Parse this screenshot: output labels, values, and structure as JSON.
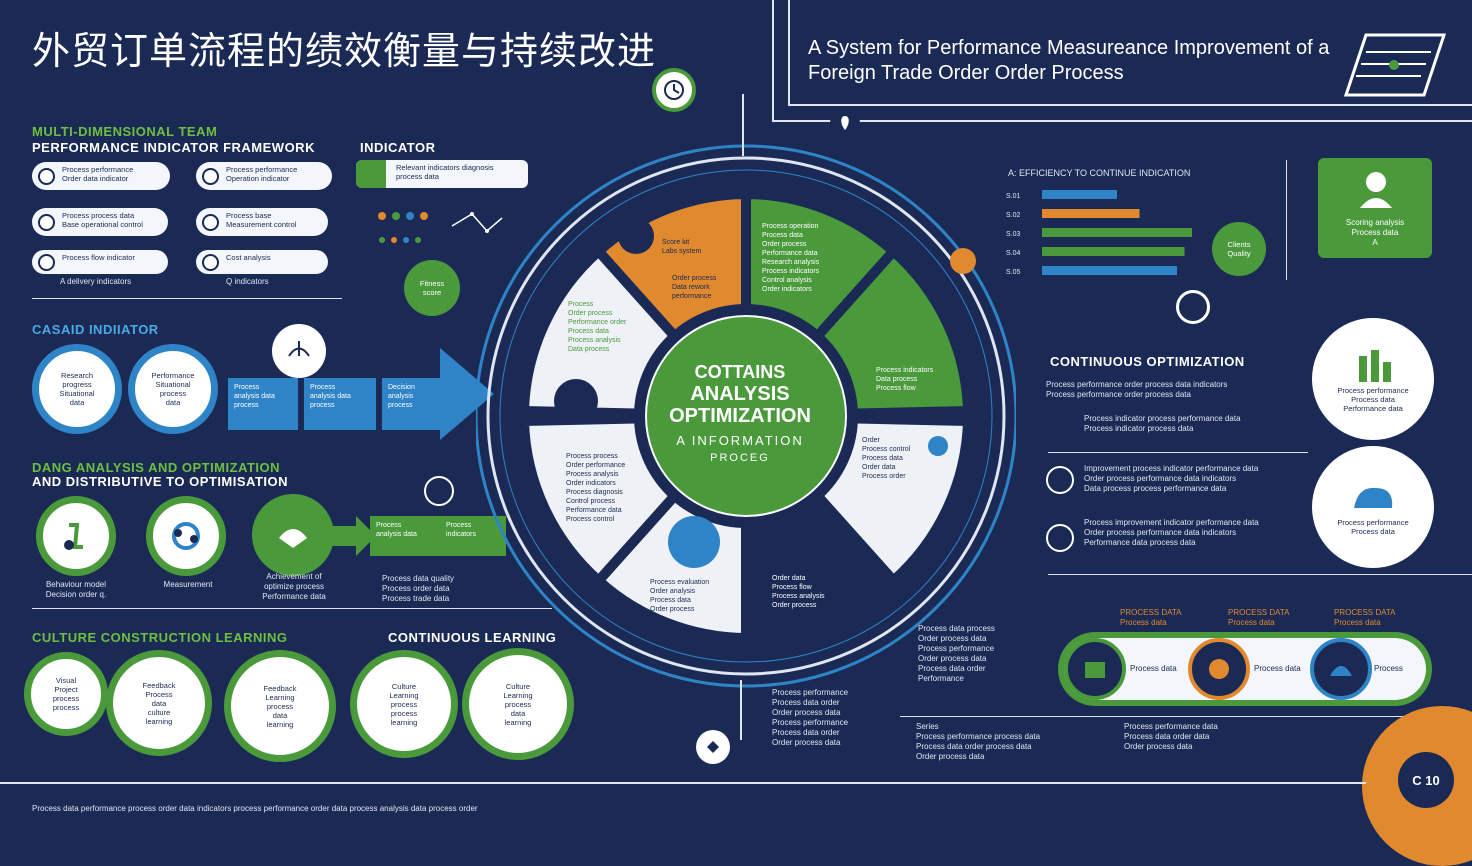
{
  "title_cn": "外贸订单流程的绩效衡量与持续改进",
  "title_en": "A System for Performance Measureance Improvement of a Foreign Trade Order Order Process",
  "sections": {
    "team_a": "MULTI-DIMENSIONAL TEAM",
    "team_b": "PERFORMANCE INDICATOR FRAMEWORK",
    "indicator": "INDICATOR",
    "causal": "CASAID INDIIATOR",
    "data_a": "DANG ANALYSIS AND OPTIMIZATION",
    "data_b": "AND DISTRIBUTIVE TO OPTIMISATION",
    "culture": "CULTURE CONSTRUCTION LEARNING",
    "learning": "CONTINUOUS LEARNING",
    "continuous_opt": "CONTINUOUS OPTIMIZATION",
    "chart_h": "A: EFFICIENCY TO CONTINUE INDICATION"
  },
  "center": {
    "line1": "COTTAINS",
    "line2": "ANALYSIS",
    "line3": "OPTIMIZATION",
    "line4": "A INFORMATION",
    "line5": "PROCEG"
  },
  "page_num": "C 10",
  "chart_data": {
    "type": "bar",
    "categories": [
      "S.01",
      "S.02",
      "S.03",
      "S.04",
      "S.05"
    ],
    "values": [
      50,
      65,
      100,
      95,
      90
    ],
    "xlim": [
      0,
      100
    ],
    "title": "A: EFFICIENCY TO CONTINUE INDICATION"
  },
  "colors": {
    "bg": "#1b2a55",
    "green": "#4a9a3c",
    "blue": "#2f84c8",
    "orange": "#e0892e",
    "white": "#f3f6fa"
  }
}
